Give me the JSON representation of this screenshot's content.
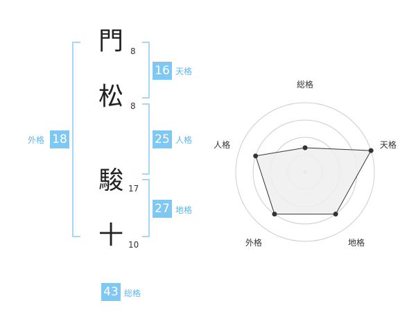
{
  "name": {
    "characters": [
      {
        "char": "門",
        "strokes": "8"
      },
      {
        "char": "松",
        "strokes": "8"
      },
      {
        "char": "駿",
        "strokes": "17"
      },
      {
        "char": "十",
        "strokes": "10"
      }
    ]
  },
  "fortunes": {
    "tenkaku": {
      "value": "16",
      "label": "天格"
    },
    "jinkaku": {
      "value": "25",
      "label": "人格"
    },
    "chikaku": {
      "value": "27",
      "label": "地格"
    },
    "gaikaku": {
      "value": "18",
      "label": "外格"
    },
    "soukaku": {
      "value": "43",
      "label": "総格"
    }
  },
  "chart_data": {
    "type": "radar",
    "axes": [
      "総格",
      "天格",
      "地格",
      "外格",
      "人格"
    ],
    "values": [
      0.35,
      1.0,
      0.75,
      0.75,
      0.75
    ],
    "levels": 4,
    "colors": {
      "fill": "#efefef",
      "line": "#333333",
      "ring": "#cccccc",
      "point": "#333333",
      "center": "#cccccc"
    }
  },
  "colors": {
    "accent": "#7ec8f3",
    "accent_text": "#5bb8ee",
    "bracket": "#a8d6f5"
  }
}
